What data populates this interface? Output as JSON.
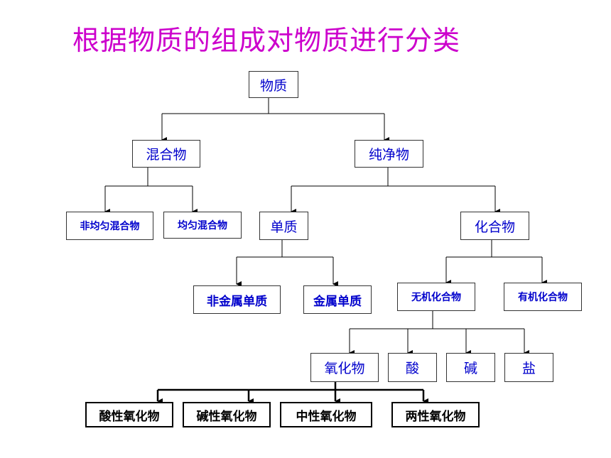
{
  "title": "根据物质的组成对物质进行分类",
  "nodes": {
    "matter": "物质",
    "mixture": "混合物",
    "pure": "纯净物",
    "heterogeneous_mixture": "非均匀混合物",
    "homogeneous_mixture": "均匀混合物",
    "element": "单质",
    "compound": "化合物",
    "nonmetal_element": "非金属单质",
    "metal_element": "金属单质",
    "inorganic_compound": "无机化合物",
    "organic_compound": "有机化合物",
    "oxide": "氧化物",
    "acid": "酸",
    "base": "碱",
    "salt": "盐",
    "acidic_oxide": "酸性氧化物",
    "basic_oxide": "碱性氧化物",
    "neutral_oxide": "中性氧化物",
    "amphoteric_oxide": "两性氧化物"
  }
}
